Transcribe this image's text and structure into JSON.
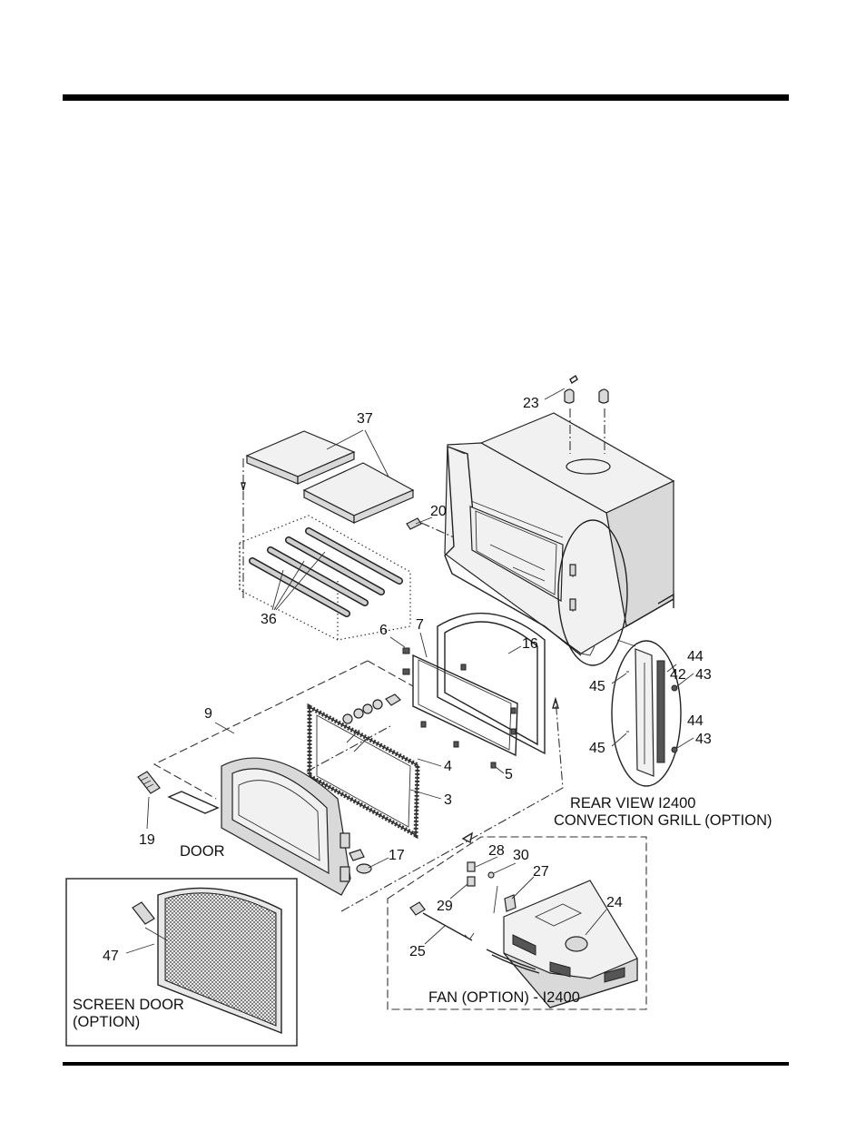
{
  "callouts": {
    "c23": "23",
    "c37": "37",
    "c20": "20",
    "c36": "36",
    "c6": "6",
    "c7": "7",
    "c16": "16",
    "c9": "9",
    "c4": "4",
    "c5": "5",
    "c3": "3",
    "c19": "19",
    "c17": "17",
    "c42": "42",
    "c44a": "44",
    "c43a": "43",
    "c44b": "44",
    "c43b": "43",
    "c45a": "45",
    "c45b": "45",
    "c28": "28",
    "c30": "30",
    "c27": "27",
    "c24": "24",
    "c29": "29",
    "c25": "25",
    "c47": "47"
  },
  "captions": {
    "door": "DOOR",
    "rear_view_line1": "REAR VIEW I2400",
    "rear_view_line2": "CONVECTION GRILL (OPTION)",
    "fan": "FAN (OPTION) - I2400",
    "screen_line1": "SCREEN DOOR",
    "screen_line2": "(OPTION)"
  }
}
